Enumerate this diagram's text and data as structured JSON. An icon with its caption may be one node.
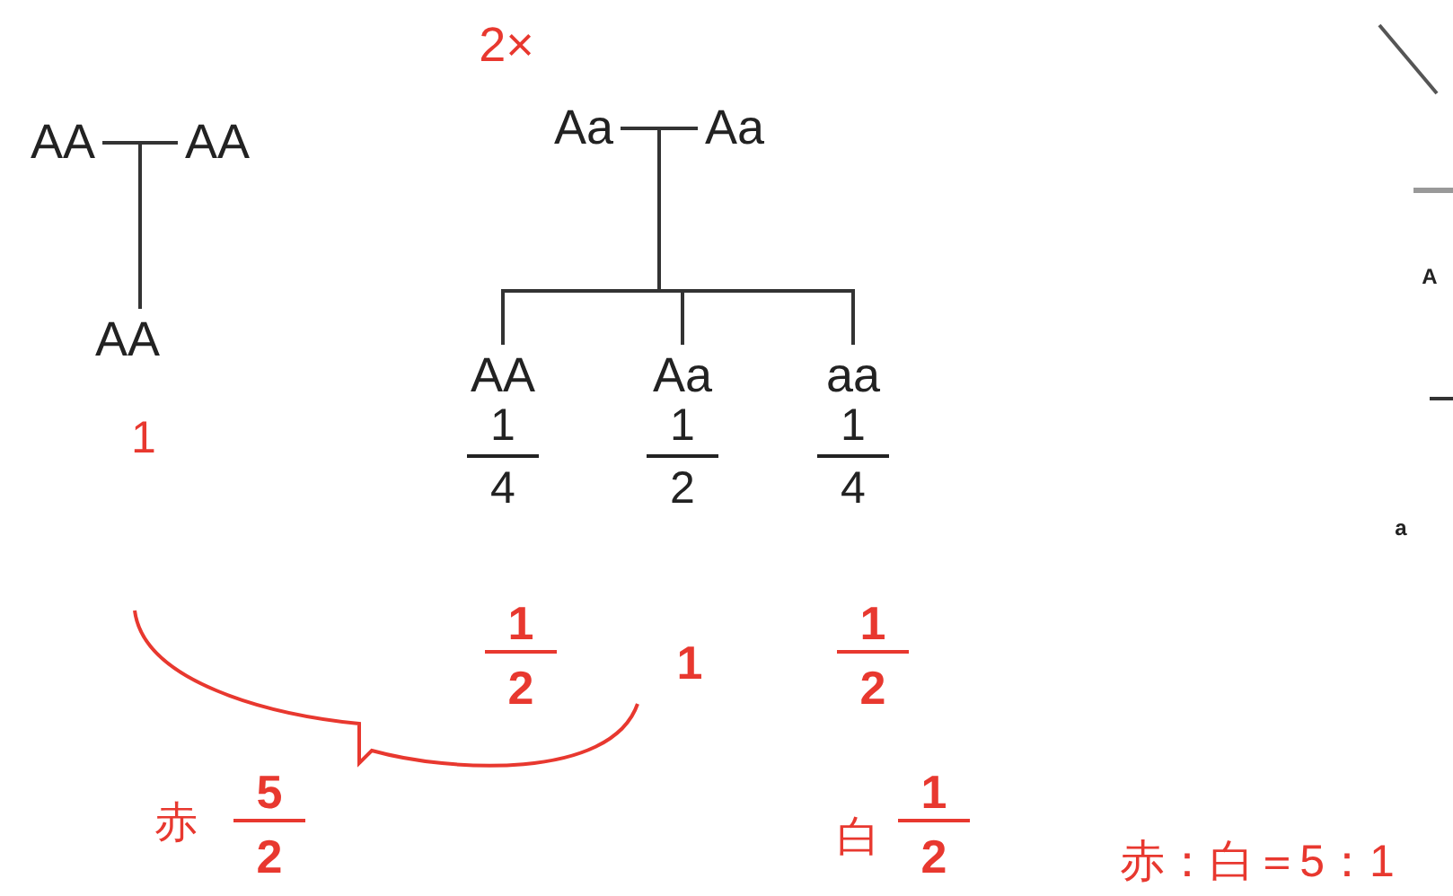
{
  "diagram": {
    "nodes": [
      {
        "text": [
          "AA"
        ]
      },
      {
        "text": [
          "AA"
        ]
      },
      {
        "text": [
          "AA"
        ]
      },
      {
        "text": [
          "Aa"
        ]
      },
      {
        "text": [
          "Aa"
        ]
      },
      {
        "text": [
          "AA"
        ],
        "beside": [
          "1",
          "4"
        ]
      },
      {
        "text": [
          "Aa"
        ],
        "beside": [
          "1",
          "2"
        ]
      },
      {
        "text": [
          "aa"
        ],
        "beside": [
          "1",
          "4"
        ]
      }
    ],
    "edges": [
      {
        "from": 0,
        "to": 2,
        "arrow": "none"
      },
      {
        "from": 1,
        "to": 2,
        "arrow": "none"
      },
      {
        "from": 3,
        "to": 5,
        "arrow": "none"
      },
      {
        "from": 3,
        "to": 6,
        "arrow": "none"
      },
      {
        "from": 3,
        "to": 7,
        "arrow": "none"
      },
      {
        "from": 4,
        "to": 5,
        "arrow": "none"
      },
      {
        "from": 4,
        "to": 6,
        "arrow": "none"
      },
      {
        "from": 4,
        "to": 7,
        "arrow": "none"
      }
    ],
    "labels": [
      "2×",
      "1",
      "1",
      "2",
      "1",
      "1",
      "2",
      "赤",
      "5",
      "2",
      "白",
      "1",
      "2",
      "赤：白＝5：1",
      "A",
      "a"
    ]
  }
}
